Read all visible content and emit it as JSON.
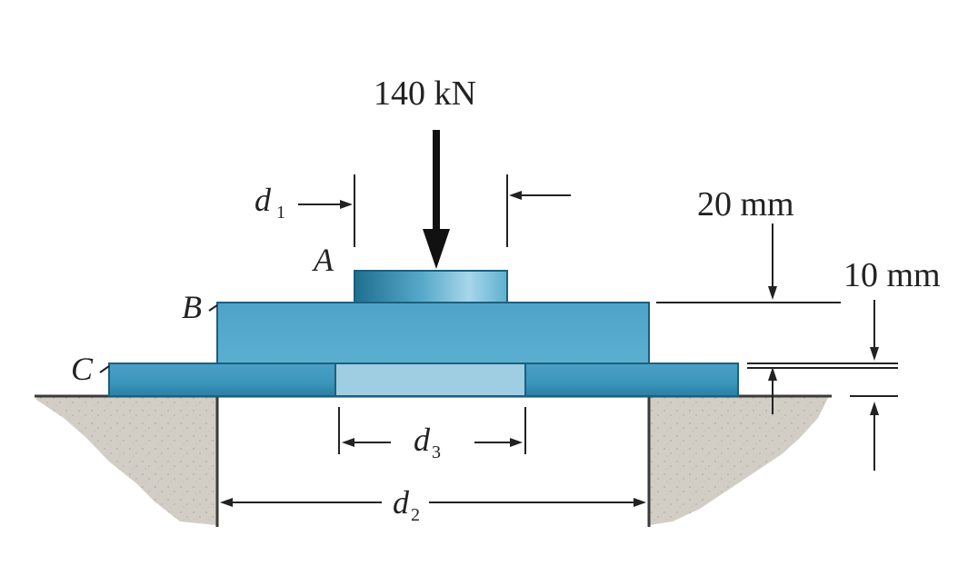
{
  "load": {
    "value_label": "140 kN"
  },
  "labels": {
    "part_a": "A",
    "part_b": "B",
    "part_c": "C",
    "d1": "d",
    "d1_sub": "1",
    "d2": "d",
    "d2_sub": "2",
    "d3": "d",
    "d3_sub": "3"
  },
  "dimensions": {
    "b_thickness": "20 mm",
    "c_thickness": "10 mm"
  },
  "colors": {
    "plate": "#55a9cc",
    "plate_dark": "#2f84a6",
    "plate_light": "#a9d3e6",
    "ground": "#cfcbc3",
    "line": "#222222"
  }
}
